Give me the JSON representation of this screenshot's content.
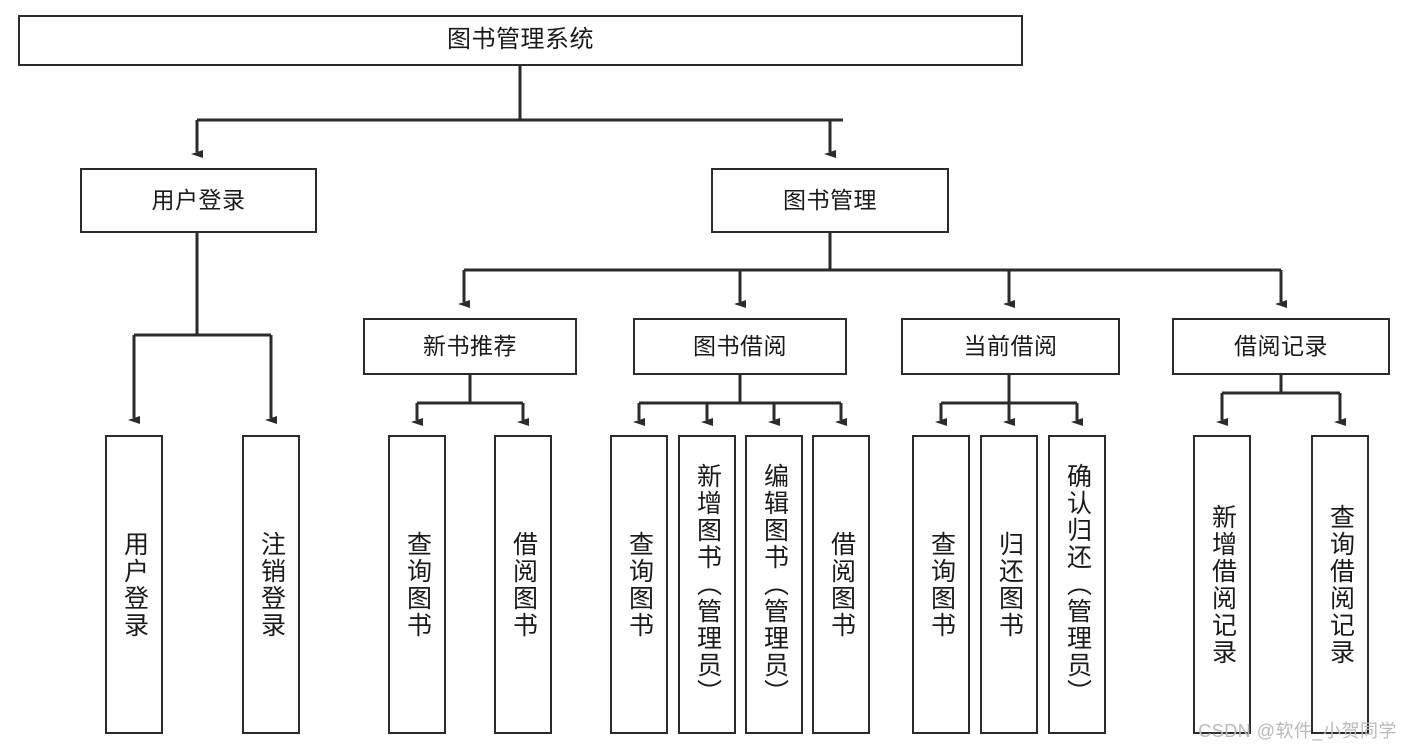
{
  "diagram": {
    "title": "图书管理系统",
    "type": "tree-hierarchy",
    "watermark": "CSDN @软件_小贺同学",
    "colors": {
      "background": "#ffffff",
      "box_border": "#2b2b2b",
      "box_fill": "#ffffff",
      "text": "#1a1a1a",
      "edge": "#2b2b2b",
      "watermark": "#b9b9b9"
    },
    "root": {
      "label": "图书管理系统"
    },
    "level2": [
      {
        "label": "用户登录"
      },
      {
        "label": "图书管理"
      }
    ],
    "level3": [
      {
        "label": "新书推荐"
      },
      {
        "label": "图书借阅"
      },
      {
        "label": "当前借阅"
      },
      {
        "label": "借阅记录"
      }
    ],
    "leaves": {
      "user_login": [
        {
          "label": "用户登录"
        },
        {
          "label": "注销登录"
        }
      ],
      "new_book_recommend": [
        {
          "label": "查询图书"
        },
        {
          "label": "借阅图书"
        }
      ],
      "book_borrow": [
        {
          "label": "查询图书"
        },
        {
          "label": "新增图书（管理员）"
        },
        {
          "label": "编辑图书（管理员）"
        },
        {
          "label": "借阅图书"
        }
      ],
      "current_borrow": [
        {
          "label": "查询图书"
        },
        {
          "label": "归还图书"
        },
        {
          "label": "确认归还（管理员）"
        }
      ],
      "borrow_record": [
        {
          "label": "新增借阅记录"
        },
        {
          "label": "查询借阅记录"
        }
      ]
    }
  }
}
